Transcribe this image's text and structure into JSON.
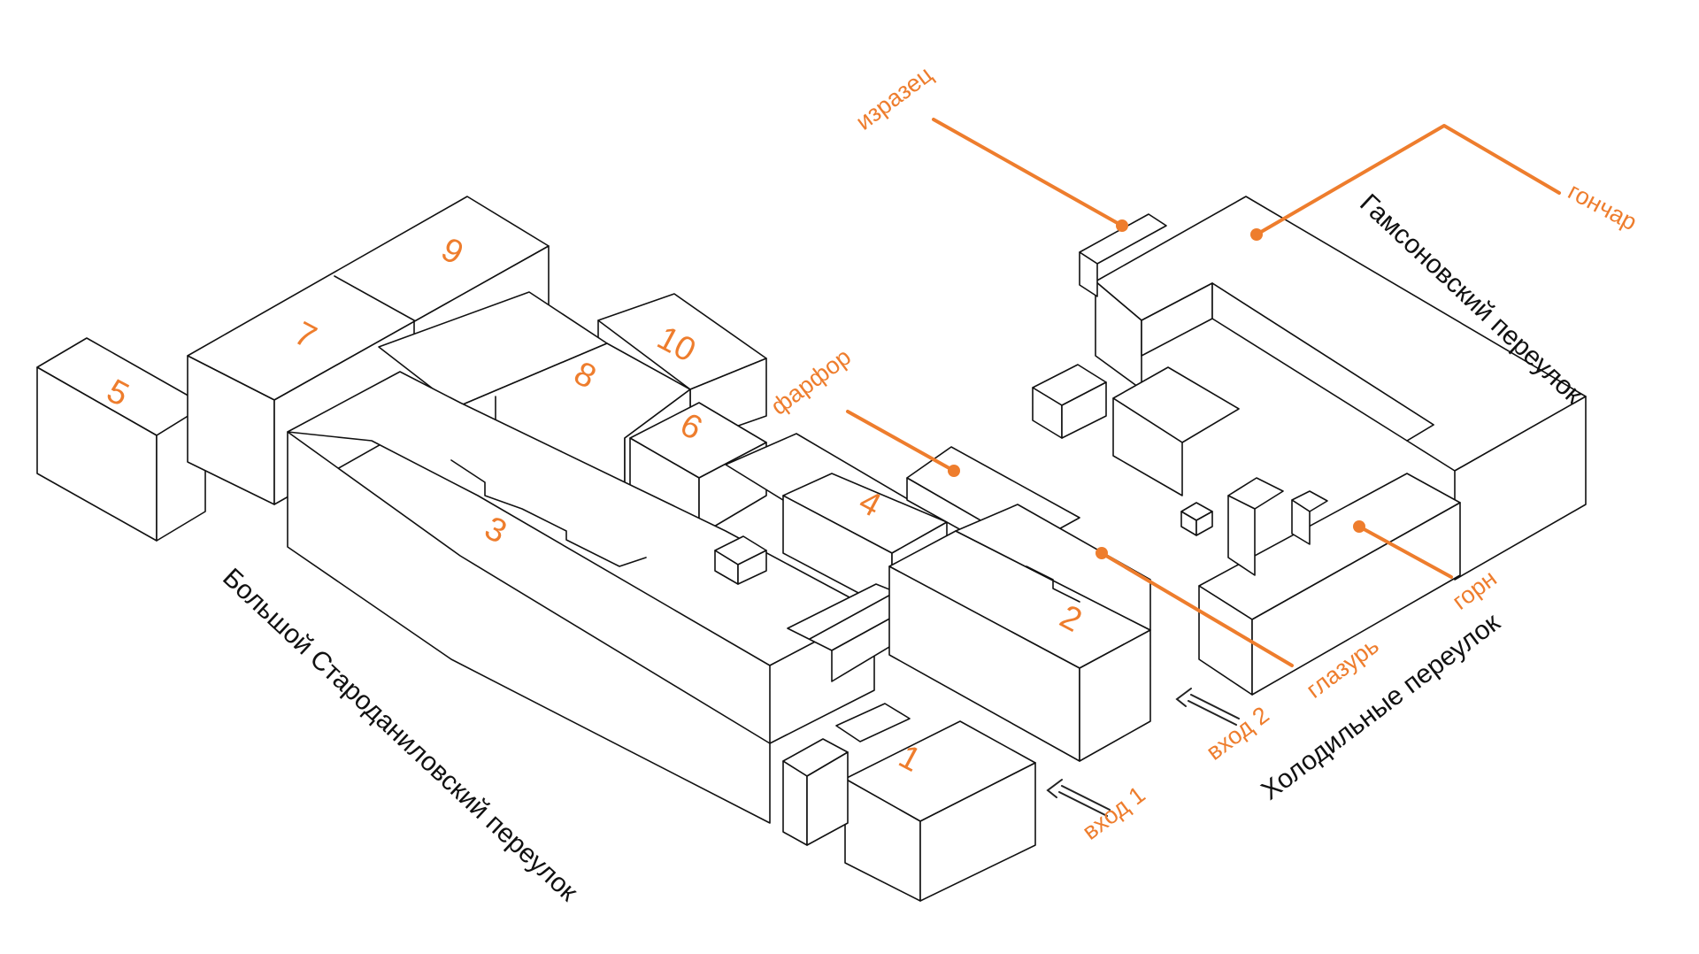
{
  "colors": {
    "accent": "#ee7d2d",
    "outline": "#111111",
    "background": "#ffffff"
  },
  "buildings": [
    {
      "id": "b1",
      "label": "1"
    },
    {
      "id": "b2",
      "label": "2"
    },
    {
      "id": "b3",
      "label": "3"
    },
    {
      "id": "b4",
      "label": "4"
    },
    {
      "id": "b5",
      "label": "5"
    },
    {
      "id": "b6",
      "label": "6"
    },
    {
      "id": "b7",
      "label": "7"
    },
    {
      "id": "b8",
      "label": "8"
    },
    {
      "id": "b9",
      "label": "9"
    },
    {
      "id": "b10",
      "label": "10"
    }
  ],
  "callouts": {
    "izrazets": "изразец",
    "gonchar": "гончар",
    "farfor": "фарфор",
    "gorn": "горн",
    "glazur": "глазурь"
  },
  "entrances": {
    "entry1": "вход 1",
    "entry2": "вход 2"
  },
  "streets": {
    "gamsonovsky": "Гамсоновский переулок",
    "kholodilny": "Холодильные переулок",
    "starodanilovsky": "Большой Староданиловский переулок"
  }
}
